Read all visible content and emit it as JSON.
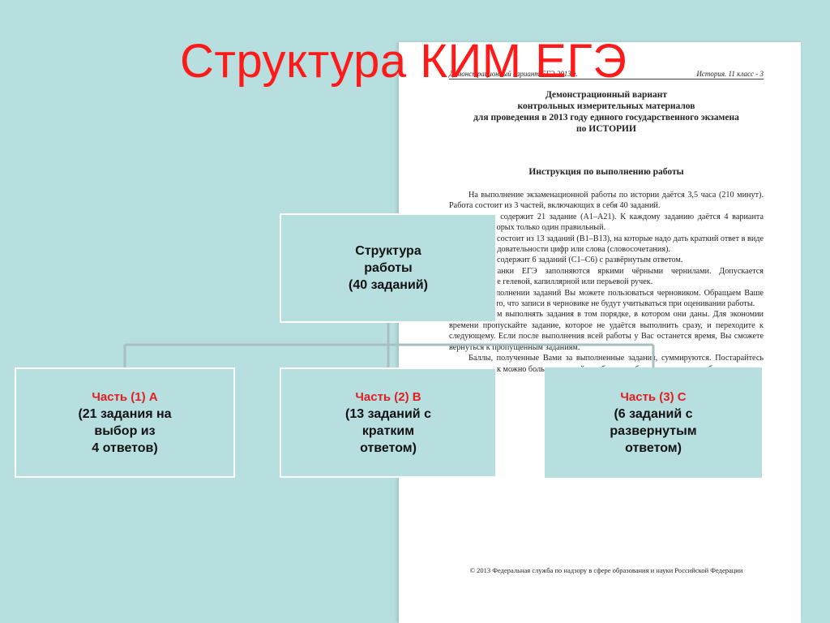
{
  "slide": {
    "title": "Структура КИМ ЕГЭ"
  },
  "document": {
    "header_left": "Демонстрационный вариант ЕГЭ 2013 г.",
    "header_right": "История. 11 класс - 3",
    "title_lines": [
      "Демонстрационный вариант",
      "контрольных измерительных материалов",
      "для проведения в 2013 году единого государственного экзамена",
      "по ИСТОРИИ"
    ],
    "subtitle": "Инструкция по выполнению работы",
    "paragraphs": [
      "На выполнение экзаменационной работы по истории даётся 3,5 часа (210 минут). Работа состоит из 3 частей, включающих в себя 40 заданий.",
      "Часть 1 содержит 21 задание (А1–А21). К каждому заданию даётся 4 варианта ответа, из которых только один правильный.",
      "Часть 2 состоит из 13 заданий (В1–В13), на которые надо дать краткий ответ в виде цифры, последовательности цифр или слова (словосочетания).",
      "Часть 3 содержит 6 заданий (С1–С6) с развёрнутым ответом.",
      "Все бланки ЕГЭ заполняются яркими чёрными чернилами. Допускается использование гелевой, капиллярной или перьевой ручек.",
      "При выполнении заданий Вы можете пользоваться черновиком. Обращаем Ваше внимание на то, что записи в черновике не будут учитываться при оценивании работы.",
      "Советуем выполнять задания в том порядке, в котором они даны. Для экономии времени пропускайте задание, которое не удаётся выполнить сразу, и переходите к следующему. Если после выполнения всей работы у Вас останется время, Вы сможете вернуться к пропущенным заданиям.",
      "Баллы, полученные Вами за выполненные задания, суммируются. Постарайтесь выполнить как можно больше заданий и набрать наибольшее количество баллов."
    ],
    "footer": "© 2013 Федеральная служба по надзору в сфере образования и науки Российской Федерации"
  },
  "diagram": {
    "root": {
      "lines": [
        "Структура",
        "работы",
        "(40 заданий)"
      ]
    },
    "parts": [
      {
        "label": "Часть (1) А",
        "lines": [
          "(21 задания на",
          "выбор из",
          "4 ответов)"
        ]
      },
      {
        "label": "Часть (2) В",
        "lines": [
          "(13 заданий с",
          "кратким",
          "ответом)"
        ]
      },
      {
        "label": "Часть (3) С",
        "lines": [
          "(6 заданий с",
          "развернутым",
          "ответом)"
        ]
      }
    ],
    "connector_color": "#a8bfc2"
  }
}
